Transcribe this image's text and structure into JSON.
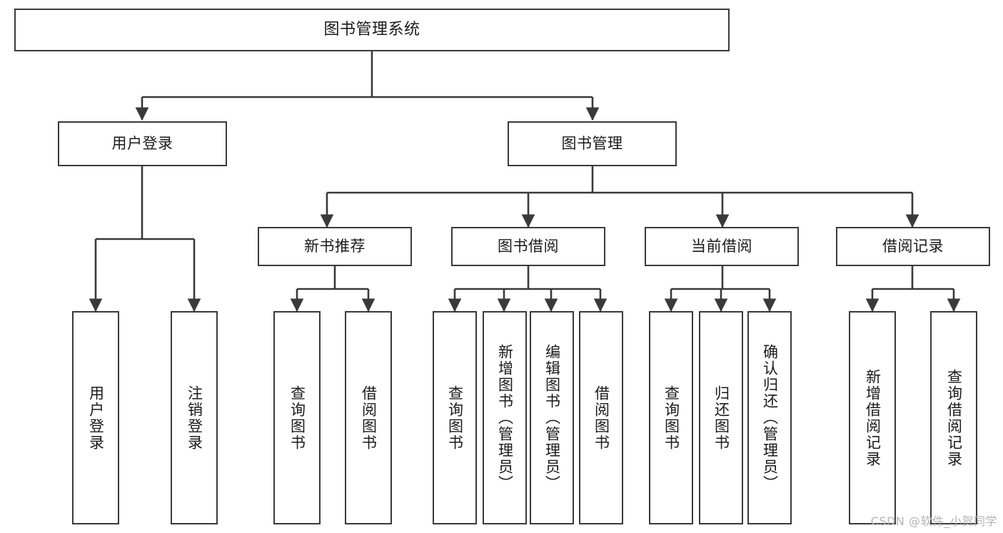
{
  "diagram": {
    "title": "图书管理系统",
    "type": "tree-hierarchy",
    "style": {
      "box_stroke": "#3a3a3a",
      "box_fill": "#ffffff",
      "line_color": "#3a3a3a",
      "text_color": "#1a1a1a",
      "background": "#ffffff"
    },
    "watermark": "CSDN @软件_小贺同学",
    "nodes": {
      "root": {
        "label": "图书管理系统"
      },
      "level2": [
        {
          "label": "用户登录"
        },
        {
          "label": "图书管理"
        }
      ],
      "level3": [
        {
          "label": "新书推荐"
        },
        {
          "label": "图书借阅"
        },
        {
          "label": "当前借阅"
        },
        {
          "label": "借阅记录"
        }
      ],
      "leaves_user_login": [
        {
          "label": "用户登录"
        },
        {
          "label": "注销登录"
        }
      ],
      "leaves_new_book": [
        {
          "label": "查询图书"
        },
        {
          "label": "借阅图书"
        }
      ],
      "leaves_borrow": [
        {
          "label": "查询图书"
        },
        {
          "label": "新增图书（管理员）"
        },
        {
          "label": "编辑图书（管理员）"
        },
        {
          "label": "借阅图书"
        }
      ],
      "leaves_current": [
        {
          "label": "查询图书"
        },
        {
          "label": "归还图书"
        },
        {
          "label": "确认归还（管理员）"
        }
      ],
      "leaves_records": [
        {
          "label": "新增借阅记录"
        },
        {
          "label": "查询借阅记录"
        }
      ]
    },
    "edges": [
      {
        "from": "图书管理系统",
        "to": "用户登录"
      },
      {
        "from": "图书管理系统",
        "to": "图书管理"
      },
      {
        "from": "用户登录",
        "to": "用户登录"
      },
      {
        "from": "用户登录",
        "to": "注销登录"
      },
      {
        "from": "图书管理",
        "to": "新书推荐"
      },
      {
        "from": "图书管理",
        "to": "图书借阅"
      },
      {
        "from": "图书管理",
        "to": "当前借阅"
      },
      {
        "from": "图书管理",
        "to": "借阅记录"
      },
      {
        "from": "新书推荐",
        "to": "查询图书"
      },
      {
        "from": "新书推荐",
        "to": "借阅图书"
      },
      {
        "from": "图书借阅",
        "to": "查询图书"
      },
      {
        "from": "图书借阅",
        "to": "新增图书（管理员）"
      },
      {
        "from": "图书借阅",
        "to": "编辑图书（管理员）"
      },
      {
        "from": "图书借阅",
        "to": "借阅图书"
      },
      {
        "from": "当前借阅",
        "to": "查询图书"
      },
      {
        "from": "当前借阅",
        "to": "归还图书"
      },
      {
        "from": "当前借阅",
        "to": "确认归还（管理员）"
      },
      {
        "from": "借阅记录",
        "to": "新增借阅记录"
      },
      {
        "from": "借阅记录",
        "to": "查询借阅记录"
      }
    ]
  }
}
